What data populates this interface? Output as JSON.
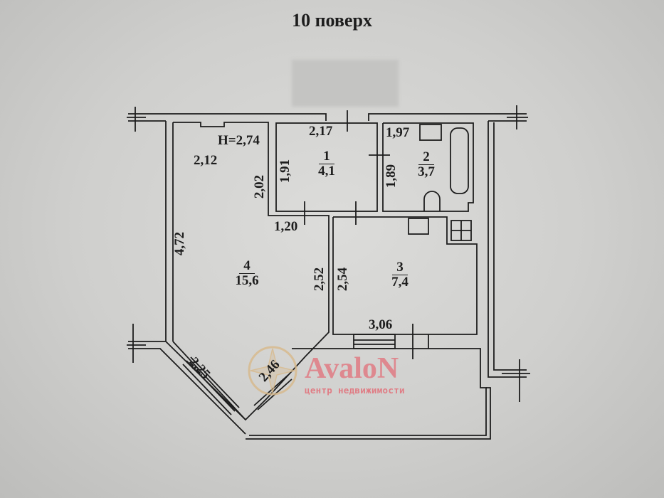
{
  "title": "10 поверх",
  "ceiling_height": "Н=2,74",
  "rooms": [
    {
      "number": "1",
      "area": "4,1"
    },
    {
      "number": "2",
      "area": "3,7"
    },
    {
      "number": "3",
      "area": "7,4"
    },
    {
      "number": "4",
      "area": "15,6"
    }
  ],
  "dimensions": {
    "d217": "2,17",
    "d197": "1,97",
    "d212": "2,12",
    "d202": "2,02",
    "d191": "1,91",
    "d189": "1,89",
    "d120": "1,20",
    "d472": "4,72",
    "d252": "2,52",
    "d254": "2,54",
    "d306": "3,06",
    "d225": "2,25",
    "d246": "2,46"
  },
  "watermark": {
    "brand": "AvaloN",
    "subtitle": "центр недвижимости"
  },
  "colors": {
    "line": "#1d1d1d",
    "watermark": "#e07c84",
    "background": "#cfcfcd"
  }
}
